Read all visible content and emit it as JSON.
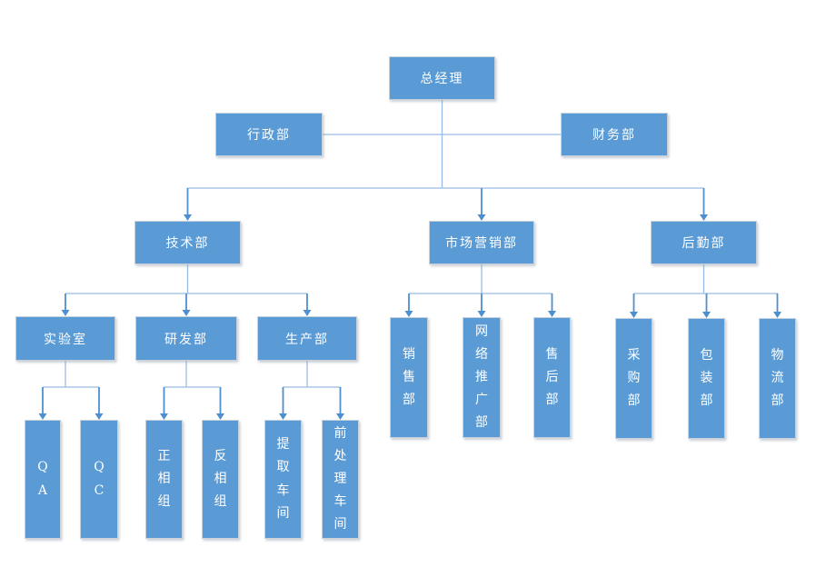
{
  "diagram": {
    "type": "org-chart",
    "colors": {
      "box_fill": "#5b9bd5",
      "box_border": "#c9d2da",
      "connector_line": "#9bbce2",
      "arrow_line": "#4e8fd0",
      "text": "#ffffff",
      "background": "#ffffff"
    },
    "nodes": {
      "ceo": {
        "label": "总经理"
      },
      "admin": {
        "label": "行政部"
      },
      "finance": {
        "label": "财务部"
      },
      "tech": {
        "label": "技术部"
      },
      "marketing": {
        "label": "市场营销部"
      },
      "logistics_dept": {
        "label": "后勤部"
      },
      "lab": {
        "label": "实验室"
      },
      "rnd": {
        "label": "研发部"
      },
      "production": {
        "label": "生产部"
      },
      "qa": {
        "label": "QA"
      },
      "qc": {
        "label": "QC"
      },
      "normal_phase": {
        "label": "正相组"
      },
      "reverse_phase": {
        "label": "反相组"
      },
      "extraction": {
        "label": "提取车间"
      },
      "pretreatment": {
        "label": "前处理车间"
      },
      "sales": {
        "label": "销售部"
      },
      "online_promo": {
        "label": "网络推广部"
      },
      "after_sales": {
        "label": "售后部"
      },
      "purchasing": {
        "label": "采购部"
      },
      "packaging": {
        "label": "包装部"
      },
      "logistics": {
        "label": "物流部"
      }
    },
    "hierarchy": [
      {
        "parent": "总经理",
        "children": [
          "行政部",
          "财务部",
          "技术部",
          "市场营销部",
          "后勤部"
        ]
      },
      {
        "parent": "技术部",
        "children": [
          "实验室",
          "研发部",
          "生产部"
        ]
      },
      {
        "parent": "实验室",
        "children": [
          "QA",
          "QC"
        ]
      },
      {
        "parent": "研发部",
        "children": [
          "正相组",
          "反相组"
        ]
      },
      {
        "parent": "生产部",
        "children": [
          "提取车间",
          "前处理车间"
        ]
      },
      {
        "parent": "市场营销部",
        "children": [
          "销售部",
          "网络推广部",
          "售后部"
        ]
      },
      {
        "parent": "后勤部",
        "children": [
          "采购部",
          "包装部",
          "物流部"
        ]
      }
    ]
  }
}
